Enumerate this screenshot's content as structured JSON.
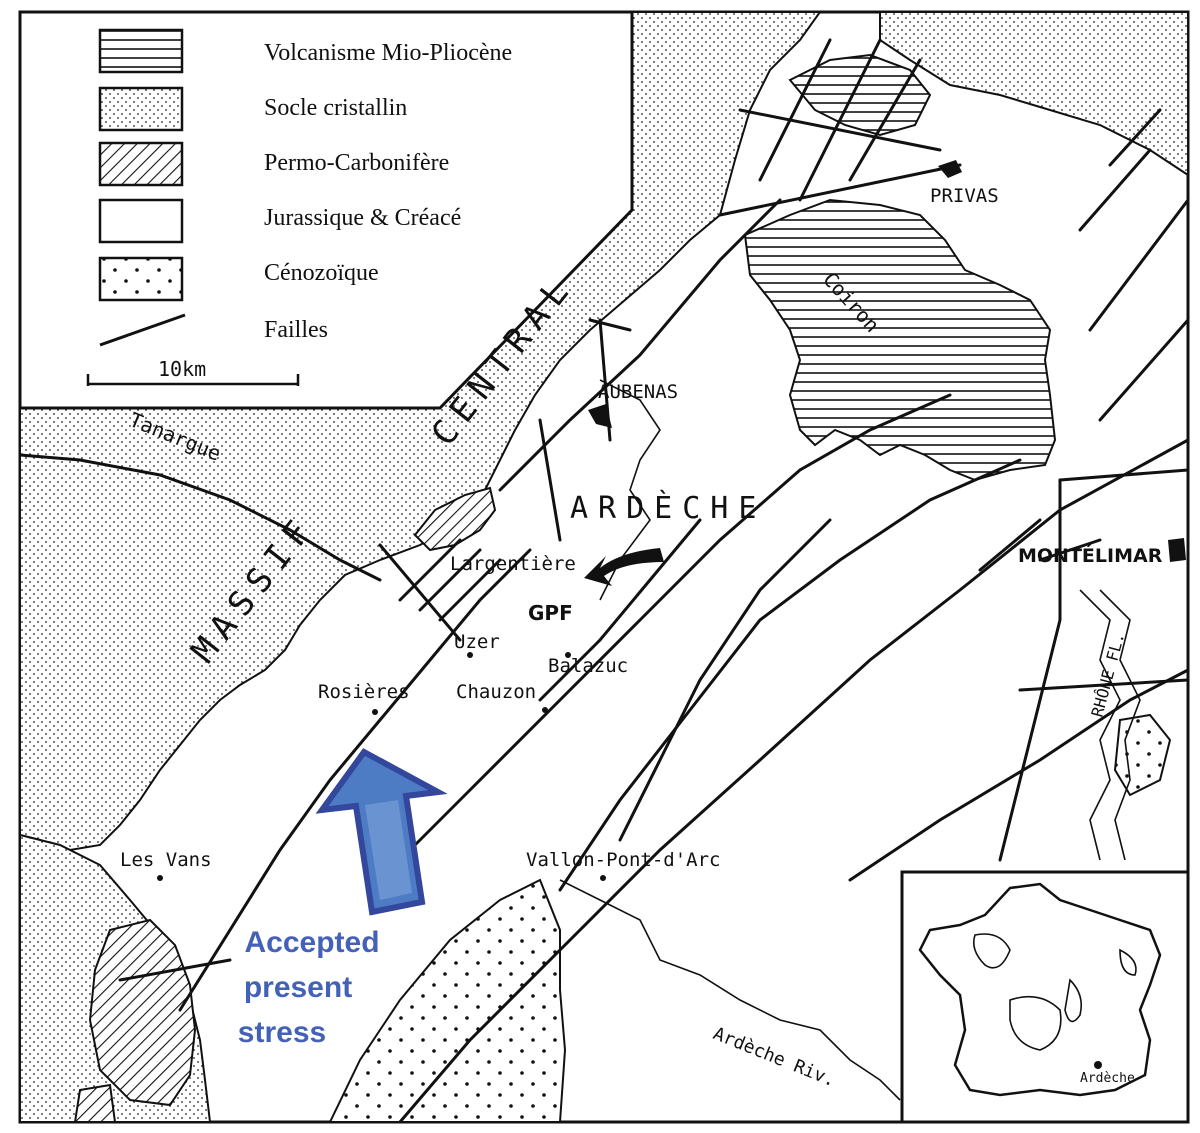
{
  "legend": {
    "items": [
      {
        "label": "Volcanisme Mio-Pliocène",
        "pattern": "horizontal-lines"
      },
      {
        "label": "Socle cristallin",
        "pattern": "fine-dots"
      },
      {
        "label": "Permo-Carbonifère",
        "pattern": "diagonal-hatch"
      },
      {
        "label": "Jurassique & Créacé",
        "pattern": "blank"
      },
      {
        "label": "Cénozoïque",
        "pattern": "coarse-dots"
      },
      {
        "label": "Failles",
        "pattern": "fault-line"
      }
    ],
    "scale_label": "10km"
  },
  "regions": {
    "massif": "MASSIF",
    "central": "CENTRAL",
    "ardeche": "ARDÈCHE",
    "tanargue": "Tanargue",
    "coiron": "Coiron",
    "rhone": "RHÔNE FL.",
    "ardeche_riv": "Ardèche Riv."
  },
  "places": {
    "privas": "PRIVAS",
    "aubenas": "AUBENAS",
    "montelimar": "MONTÉLIMAR",
    "largentiere": "Largentière",
    "gpf": "GPF",
    "uzer": "Uzer",
    "balazuc": "Balazuc",
    "rosieres": "Rosières",
    "chauzon": "Chauzon",
    "les_vans": "Les Vans",
    "vallon": "Vallon-Pont-d'Arc"
  },
  "inset": {
    "label": "Ardèche"
  },
  "annotation": {
    "line1": "Accepted",
    "line2": "present",
    "line3": "stress",
    "color": "#4461b8"
  }
}
